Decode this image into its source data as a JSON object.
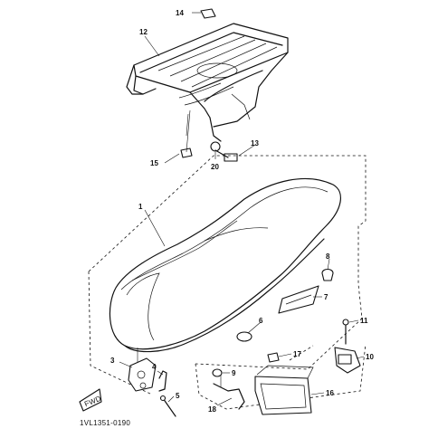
{
  "diagram": {
    "code": "1VL1351-0190",
    "fwd_label": "FWD",
    "callouts": {
      "c1": "1",
      "c3": "3",
      "c4": "4",
      "c5": "5",
      "c6": "6",
      "c7": "7",
      "c8": "8",
      "c9": "9",
      "c10": "10",
      "c11": "11",
      "c12": "12",
      "c13": "13",
      "c14": "14",
      "c15": "15",
      "c16": "16",
      "c17": "17",
      "c18": "18",
      "c20": "20"
    },
    "line_color": "#111111",
    "background": "#ffffff"
  }
}
